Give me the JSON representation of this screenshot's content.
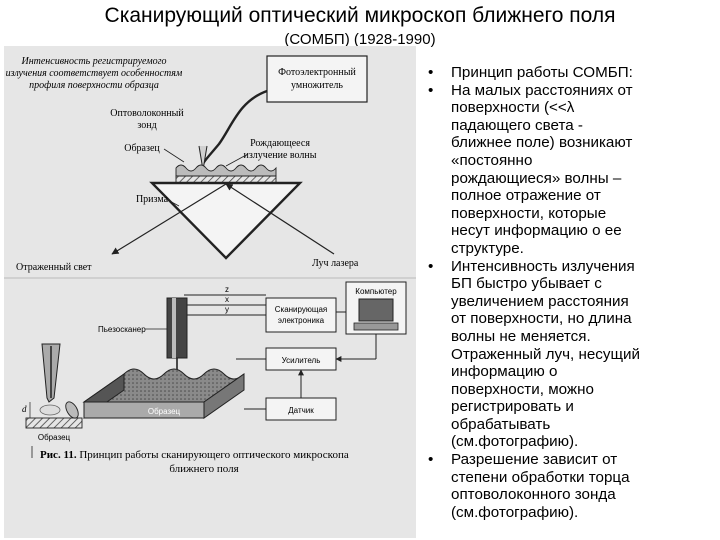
{
  "slide": {
    "title": "Сканирующий оптический микроскоп ближнего поля",
    "subtitle": "(СОМБП) (1928-1990)"
  },
  "figure": {
    "upper": {
      "caption_lines": [
        "Интенсивность регистрируемого",
        "излучения соответствует особенностям",
        "профиля поверхности образца"
      ],
      "pmt_lines": [
        "Фотоэлектронный",
        "умножитель"
      ],
      "probe_lines": [
        "Оптоволоконный",
        "зонд"
      ],
      "sample": "Образец",
      "evanescent_lines": [
        "Рождающееся",
        "излучение волны"
      ],
      "prism": "Призма",
      "reflected": "Отраженный свет",
      "laser": "Луч лазера"
    },
    "lower": {
      "computer": "Компьютер",
      "axis_z": "z",
      "axis_x": "x",
      "axis_y": "y",
      "piezoscanner": "Пьезосканер",
      "scanning_electronics_lines": [
        "Сканирующая",
        "электроника"
      ],
      "amplifier": "Усилитель",
      "detector": "Датчик",
      "sample_block": "Образец",
      "sample_inset": "Образец",
      "distance_symbol": "d"
    },
    "caption": {
      "bold": "Рис. 11.",
      "line1": " Принцип работы сканирующего оптического микроскопа",
      "line2": "ближнего поля"
    }
  },
  "bullets": [
    {
      "marker": "•",
      "lines": [
        "Принцип работы СОМБП:"
      ]
    },
    {
      "marker": "•",
      "lines": [
        "На малых расстояниях от",
        "поверхности (<<λ",
        "падающего света -",
        "ближнее поле) возникают",
        "«постоянно",
        "рождающиеся» волны –",
        "полное отражение от",
        "поверхности, которые",
        "несут информацию о ее",
        "структуре."
      ]
    },
    {
      "marker": "•",
      "lines": [
        "Интенсивность излучения",
        "БП быстро убывает с",
        "увеличением расстояния",
        "от поверхности, но длина",
        "волны не меняется.",
        "Отраженный луч, несущий",
        "информацию о",
        "поверхности, можно",
        "регистрировать и",
        "обрабатывать",
        "(см.фотографию)."
      ]
    },
    {
      "marker": "•",
      "lines": [
        "Разрешение зависит от",
        "степени обработки торца",
        "оптоволоконного зонда",
        "(см.фотографию)."
      ]
    }
  ]
}
